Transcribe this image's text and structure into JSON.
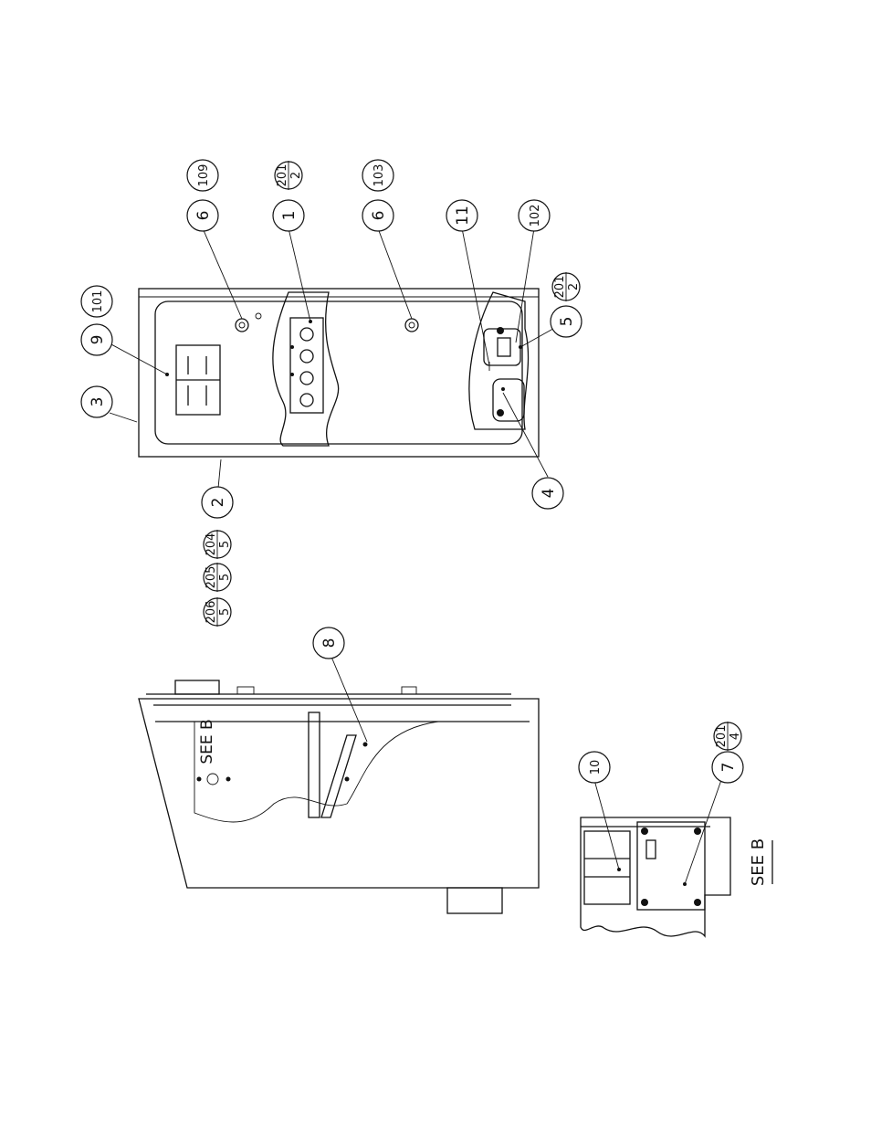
{
  "callouts": {
    "c3": "3",
    "c9": "9",
    "c101": "101",
    "c6a": "6",
    "c109": "109",
    "c1": "1",
    "c201a_top": "201",
    "c201a_bot": "2",
    "c6b": "6",
    "c103": "103",
    "c11": "11",
    "c102": "102",
    "c201b_top": "201",
    "c201b_bot": "2",
    "c5": "5",
    "c4": "4",
    "c2": "2",
    "c204_top": "204",
    "c204_bot": "5",
    "c205_top": "205",
    "c205_bot": "5",
    "c206_top": "206",
    "c206_bot": "5",
    "c8": "8",
    "c10": "10",
    "c7": "7",
    "c201c_top": "201",
    "c201c_bot": "4"
  },
  "view_labels": {
    "see_b_ref": "SEE B",
    "see_b_caption": "SEE B"
  }
}
